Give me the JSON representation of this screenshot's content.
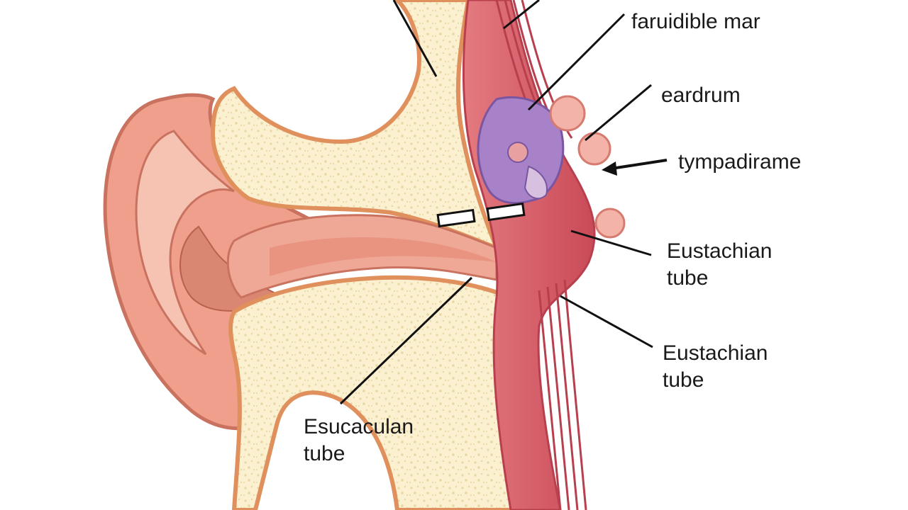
{
  "labels": {
    "top": "faruidible mar",
    "eardrum": "eardrum",
    "tympanic": "tympadirame",
    "eustachian_1": [
      "Eustachian",
      "tube"
    ],
    "eustachian_2": [
      "Eustachian",
      "tube"
    ],
    "esucaculan": [
      "Esucaculan",
      "tube"
    ]
  },
  "colors": {
    "skin": "#ef9f8c",
    "skin_light": "#f6c2b2",
    "skin_dark": "#c9725f",
    "bone": "#fbf0cf",
    "bone_speckle": "#e8d7a5",
    "bone_edge": "#e0905c",
    "tissue": "#d8606a",
    "tissue_dark": "#b8404e",
    "membrane": "#a882c8",
    "membrane_dark": "#7a55a0",
    "leader": "#111111"
  }
}
